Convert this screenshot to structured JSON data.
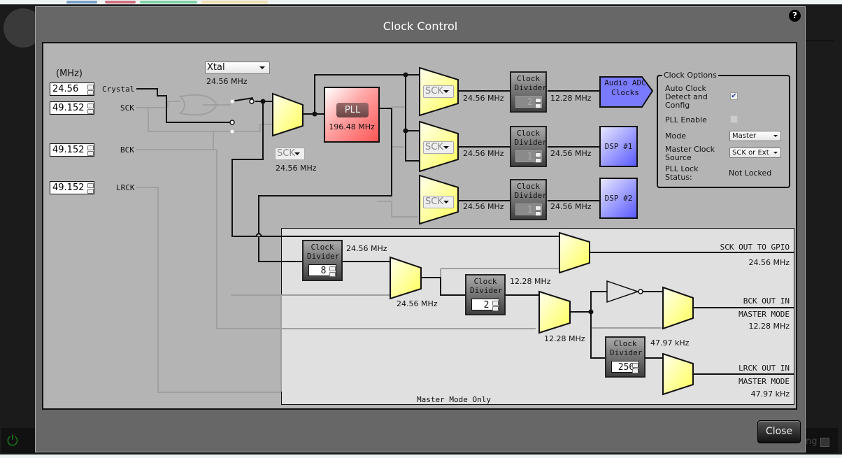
{
  "dialog": {
    "title": "Clock Control",
    "help_label": "?",
    "close_label": "Close"
  },
  "inputs": {
    "unit_label": "(MHz)",
    "crystal": {
      "label": "Crystal",
      "value": "24.56"
    },
    "sck": {
      "label": "SCK",
      "value": "49.152"
    },
    "bck": {
      "label": "BCK",
      "value": "49.152"
    },
    "lrck": {
      "label": "LRCK",
      "value": "49.152"
    }
  },
  "source_select": {
    "value": "Xtal",
    "freq": "24.56 MHz"
  },
  "mux1": {
    "select": "SCK",
    "freq": "24.56 MHz"
  },
  "pll": {
    "label": "PLL",
    "freq": "196.48 MHz",
    "color": "#ff6666"
  },
  "paths": [
    {
      "mux_select": "SCK",
      "in_freq": "24.56 MHz",
      "divider_title": "Clock Divider",
      "divider_value": "2",
      "out_freq": "12.28 MHz",
      "target": "Audio ADC Clocks"
    },
    {
      "mux_select": "SCK",
      "in_freq": "24.56 MHz",
      "divider_title": "Clock Divider",
      "divider_value": "1",
      "out_freq": "24.56 MHz",
      "target": "DSP #1"
    },
    {
      "mux_select": "SCK",
      "in_freq": "24.56 MHz",
      "divider_title": "Clock Divider",
      "divider_value": "1",
      "out_freq": "24.56 MHz",
      "target": "DSP #2"
    }
  ],
  "clock_options": {
    "title": "Clock Options",
    "auto_clock_label": "Auto Clock Detect and Config",
    "auto_clock_checked": true,
    "pll_enable_label": "PLL Enable",
    "pll_enable_checked": false,
    "mode_label": "Mode",
    "mode_value": "Master",
    "master_clock_source_label": "Master Clock Source",
    "master_clock_source_value": "SCK or Ext",
    "pll_lock_label": "PLL Lock Status:",
    "pll_lock_value": "Not Locked"
  },
  "master_mode": {
    "region_label": "Master Mode Only",
    "divider1": {
      "title": "Clock Divider",
      "value": "8",
      "out_freq": "24.56 MHz"
    },
    "mux_a_freq": "24.56 MHz",
    "divider2": {
      "title": "Clock Divider",
      "value": "2",
      "out_freq": "12.28 MHz"
    },
    "mux_b_freq": "12.28 MHz",
    "divider3": {
      "title": "Clock Divider",
      "value": "256",
      "out_freq": "47.97 kHz"
    },
    "sck_out": {
      "label": "SCK OUT TO GPIO",
      "freq": "24.56 MHz"
    },
    "bck_out": {
      "label1": "BCK OUT IN",
      "label2": "MASTER MODE",
      "freq": "12.28 MHz"
    },
    "lrck_out": {
      "label1": "LRCK OUT IN",
      "label2": "MASTER MODE",
      "freq": "47.97 kHz"
    }
  },
  "colors": {
    "mux_yellow": "#ffff88",
    "dsp_blue": "#6a6aff",
    "canvas_bg": "#b4b4b4",
    "master_bg": "#e0e0e0"
  }
}
